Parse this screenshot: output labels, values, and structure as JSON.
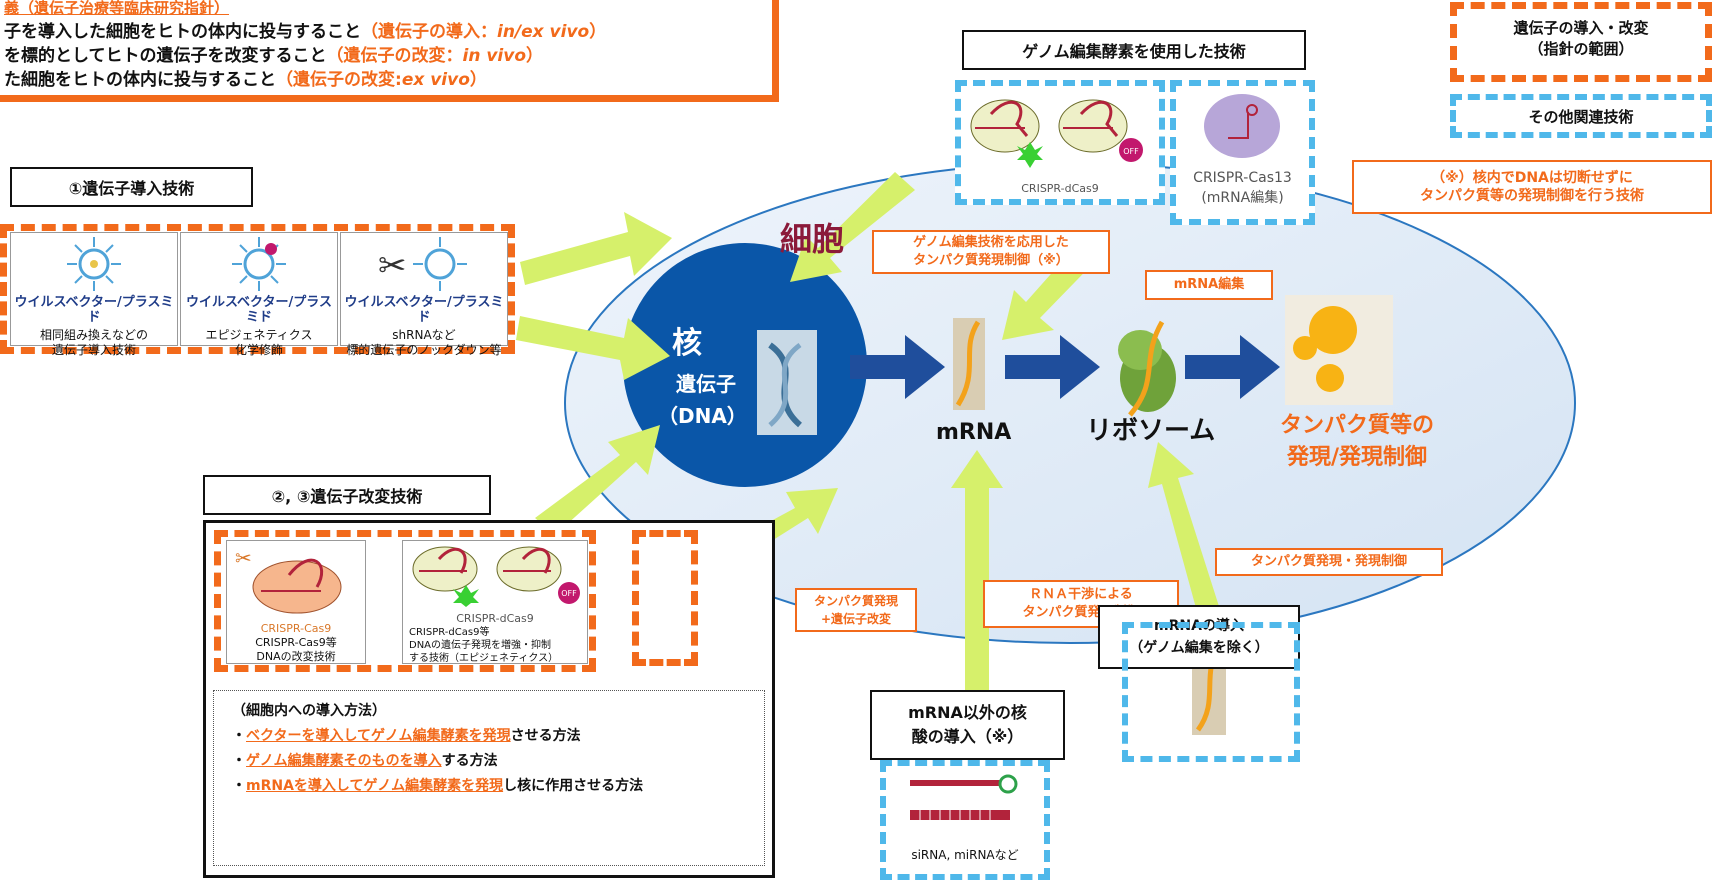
{
  "colors": {
    "orange": "#f26a1b",
    "navy": "#1f4e9c",
    "nucleus": "#0a56a8",
    "cell": "#dfeaf6",
    "lime": "#d6f06b",
    "lightblue": "#4fb8ea",
    "maroon": "#8b1a3a"
  },
  "top_box": {
    "line1": "義（遺伝子治療等臨床研究指針）",
    "line2a": "子を導入した細胞をヒトの体内に投与すること",
    "line2b": "（遺伝子の導入：",
    "line2c": "in/ex vivo",
    "line2d": "）",
    "line3a": "を標的としてヒトの遺伝子を改変すること",
    "line3b": "（遺伝子の改変：",
    "line3c": "in vivo",
    "line3d": "）",
    "line4a": "た細胞をヒトの体内に投与すること",
    "line4b": "（遺伝子の改変:",
    "line4c": "ex vivo",
    "line4d": "）"
  },
  "legend": {
    "scope": "遺伝子の導入・改変\n（指針の範囲）",
    "related": "その他関連技術"
  },
  "note": "（※）核内でDNAは切断せずに\nタンパク質等の発現制御を行う技術",
  "genome_title": "ゲノム編集酵素を使用した技術",
  "crispr_dcas9": "CRISPR-dCas9",
  "crispr_cas13": "CRISPR-Cas13\n(mRNA編集)",
  "off_label": "OFF",
  "cell_label": "細胞",
  "nucleus": {
    "title": "核",
    "gene": "遺伝子",
    "dna": "（DNA）"
  },
  "mrna": "mRNA",
  "ribosome": "リボソーム",
  "protein": "タンパク質等の\n発現/発現制御",
  "tech1": {
    "title": "①遺伝子導入技術",
    "vector_label": "ウイルスベクター/プラスミド",
    "items": [
      "相同組み換えなどの\n遺伝子導入技術",
      "エピジェネティクス\n化学修飾",
      "shRNAなど\n標的遺伝子のノックダウン等"
    ]
  },
  "tech23": {
    "title": "②, ③遺伝子改変技術",
    "cas9_name": "CRISPR-Cas9",
    "cas9_desc": "CRISPR-Cas9等\nDNAの改変技術",
    "dcas9_desc": "CRISPR-dCas9等\nDNAの遺伝子発現を増強・抑制\nする技術（エピジェネティクス）"
  },
  "methods": {
    "title": "（細胞内への導入方法）",
    "m1a": "ベクターを導入してゲノム編集酵素を発現",
    "m1b": "させる方法",
    "m2a": "ゲノム編集酵素そのものを導入",
    "m2b": "する方法",
    "m3a": "mRNAを導入してゲノム編集酵素を発現",
    "m3b": "し核に作用させる方法",
    "bullet": "・"
  },
  "labels": {
    "genome_apply": "ゲノム編集技術を応用した\nタンパク質発現制御（※）",
    "mrna_edit": "mRNA編集",
    "protein_gene": "タンパク質発現\n+遺伝子改変",
    "rnai": "ＲＮＡ干渉による\nタンパク質発現制御",
    "protein_ctrl": "タンパク質発現・発現制御"
  },
  "mrna_intro": "mRNAの導入\n（ゲノム編集を除く）",
  "nucleic_intro": "mRNA以外の核\n酸の導入（※）",
  "sirna": "siRNA, miRNAなど"
}
